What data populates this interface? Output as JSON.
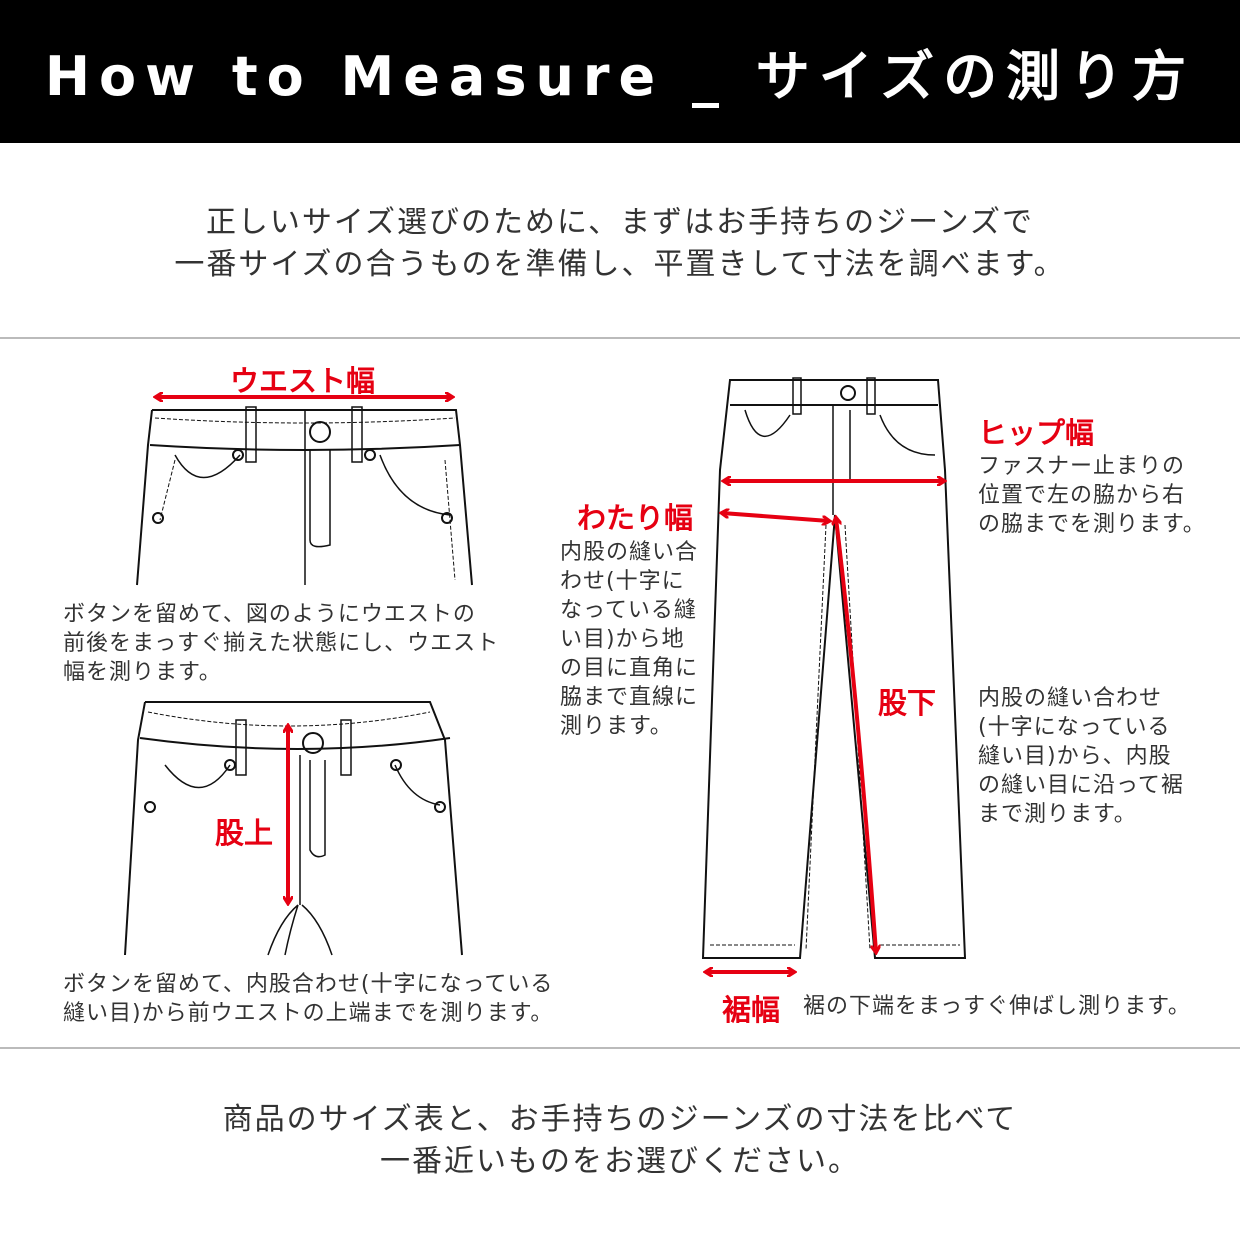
{
  "header": {
    "title": "How to Measure _ サイズの測り方"
  },
  "intro": {
    "lines": [
      "正しいサイズ選びのために、まずはお手持ちのジーンズで",
      "一番サイズの合うものを準備し、平置きして寸法を調べます。"
    ]
  },
  "measurements": {
    "waist": {
      "label": "ウエスト幅",
      "lines": [
        "ボタンを留めて、図のようにウエストの",
        "前後をまっすぐ揃えた状態にし、ウエスト",
        "幅を測ります。"
      ]
    },
    "rise": {
      "label": "股上",
      "lines": [
        "ボタンを留めて、内股合わせ(十字になっている",
        "縫い目)から前ウエストの上端までを測ります。"
      ]
    },
    "thigh": {
      "label": "わたり幅",
      "lines": [
        "内股の縫い合",
        "わせ(十字に",
        "なっている縫",
        "い目)から地",
        "の目に直角に",
        "脇まで直線に",
        "測ります。"
      ]
    },
    "hip": {
      "label": "ヒップ幅",
      "lines": [
        "ファスナー止まりの",
        "位置で左の脇から右",
        "の脇までを測ります。"
      ]
    },
    "inseam": {
      "label": "股下",
      "lines": [
        "内股の縫い合わせ",
        "(十字になっている",
        "縫い目)から、内股",
        "の縫い目に沿って裾",
        "まで測ります。"
      ]
    },
    "hem": {
      "label": "裾幅",
      "text": "裾の下端をまっすぐ伸ばし測ります。"
    }
  },
  "outro": {
    "lines": [
      "商品のサイズ表と、お手持ちのジーンズの寸法を比べて",
      "一番近いものをお選びください。"
    ]
  },
  "colors": {
    "accent": "#e60012",
    "header_bg": "#000000"
  }
}
